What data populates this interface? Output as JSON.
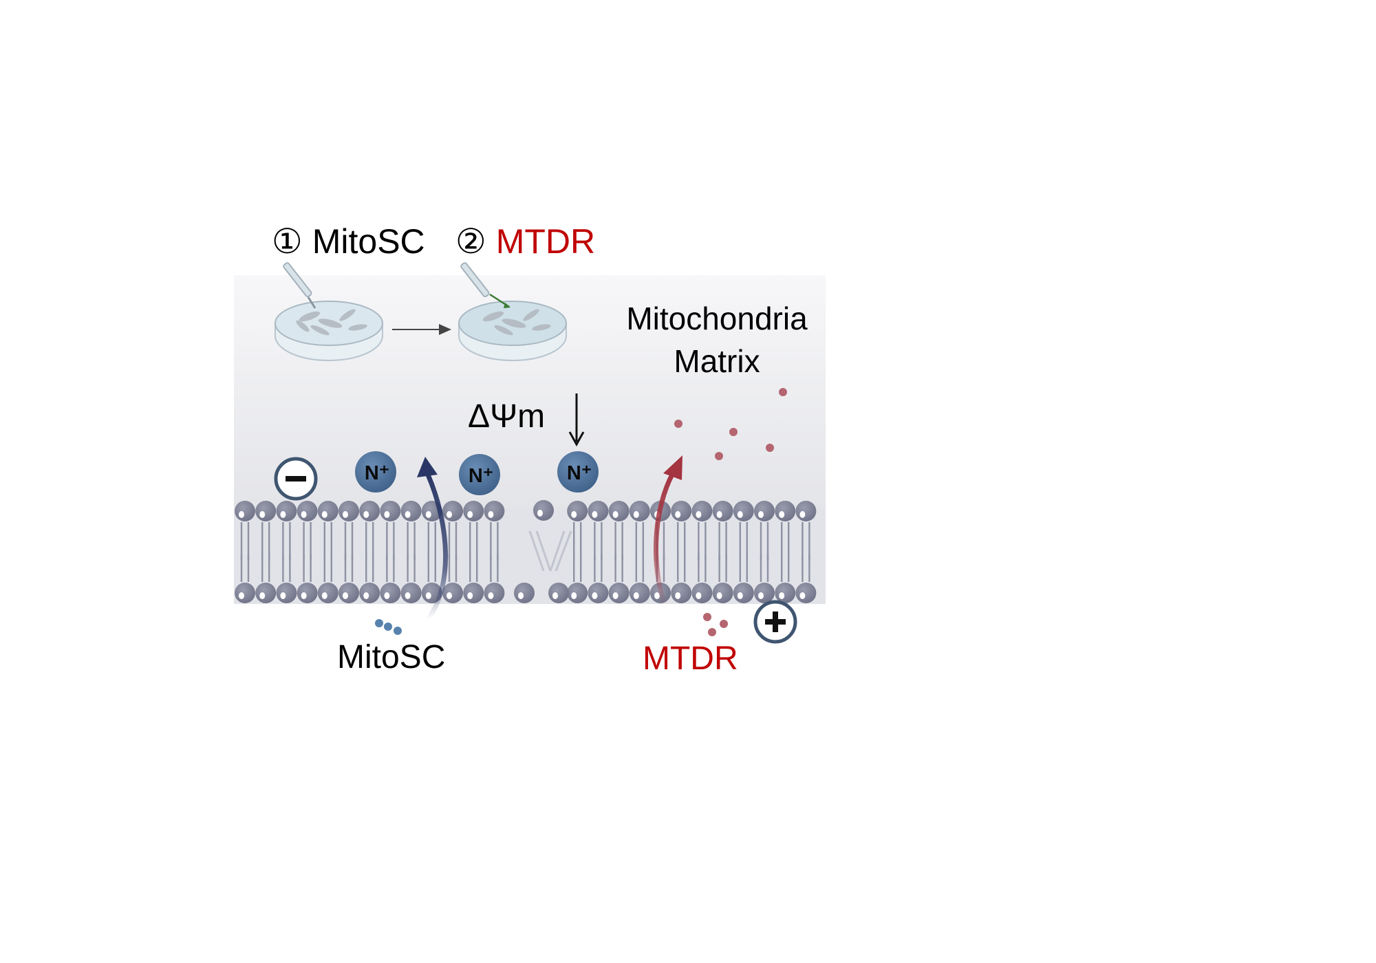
{
  "steps": [
    {
      "num": "①",
      "label": "MitoSC",
      "color": "#000000"
    },
    {
      "num": "②",
      "label": "MTDR",
      "color": "#c00000"
    }
  ],
  "matrix_label": [
    "Mitochondria",
    "Matrix"
  ],
  "potential_label": "ΔΨm",
  "ion_label": "N⁺",
  "charges": {
    "negative": "−",
    "positive": "+"
  },
  "bottom_labels": {
    "left": "MitoSC",
    "right": "MTDR"
  },
  "colors": {
    "mitosc_arrow": "#2a3766",
    "mtdr_arrow": "#a33440",
    "lipid_head": "#7f8296",
    "ion": "#4e7198",
    "red_text": "#c00000",
    "dot_blue": "#5782ad",
    "dot_red": "#b46570"
  }
}
